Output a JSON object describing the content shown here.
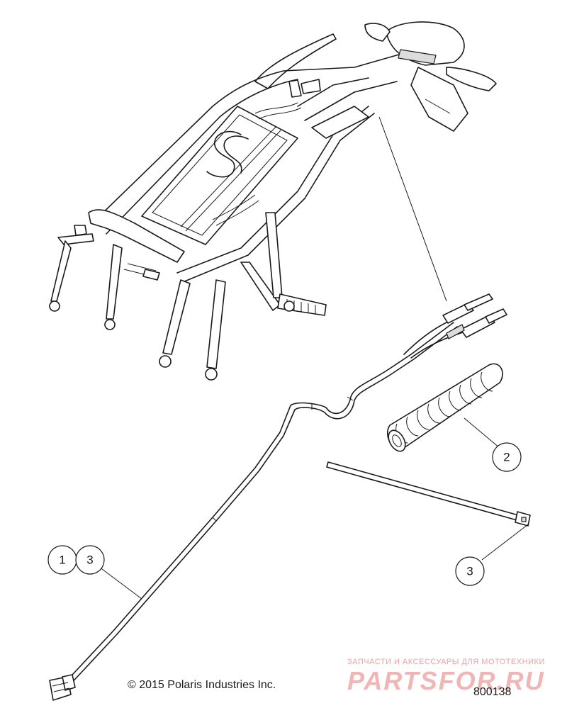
{
  "callouts": [
    {
      "label": "1"
    },
    {
      "label": "3"
    },
    {
      "label": "2"
    },
    {
      "label": "3"
    }
  ],
  "footer": {
    "copyright": "© 2015 Polaris Industries Inc.",
    "part_number": "800138"
  },
  "watermark": {
    "tagline": "ЗАПЧАСТИ И АКСЕССУАРЫ ДЛЯ МОТОТЕХНИКИ",
    "logo": "PARTSFOR.RU"
  }
}
